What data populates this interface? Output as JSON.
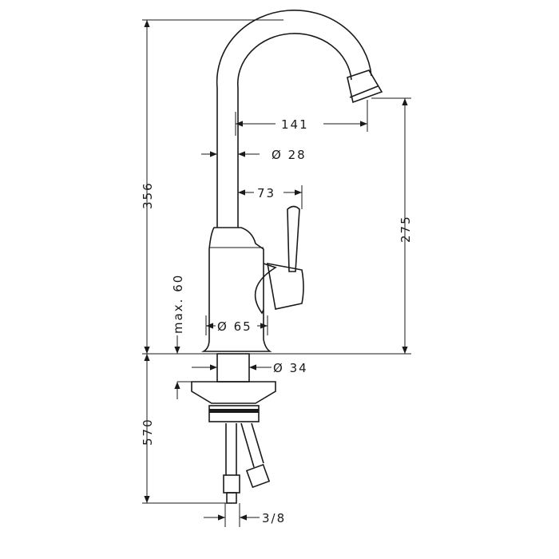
{
  "dimensions": {
    "total_height": "356",
    "spout_reach": "141",
    "spout_diameter": "Ø 28",
    "lever_offset": "73",
    "spout_height": "275",
    "max_thickness": "max. 60",
    "body_diameter": "Ø 65",
    "shank_diameter": "Ø 34",
    "hose_length": "570",
    "connection": "3/8"
  },
  "colors": {
    "line": "#1a1a1a",
    "background": "#ffffff"
  }
}
